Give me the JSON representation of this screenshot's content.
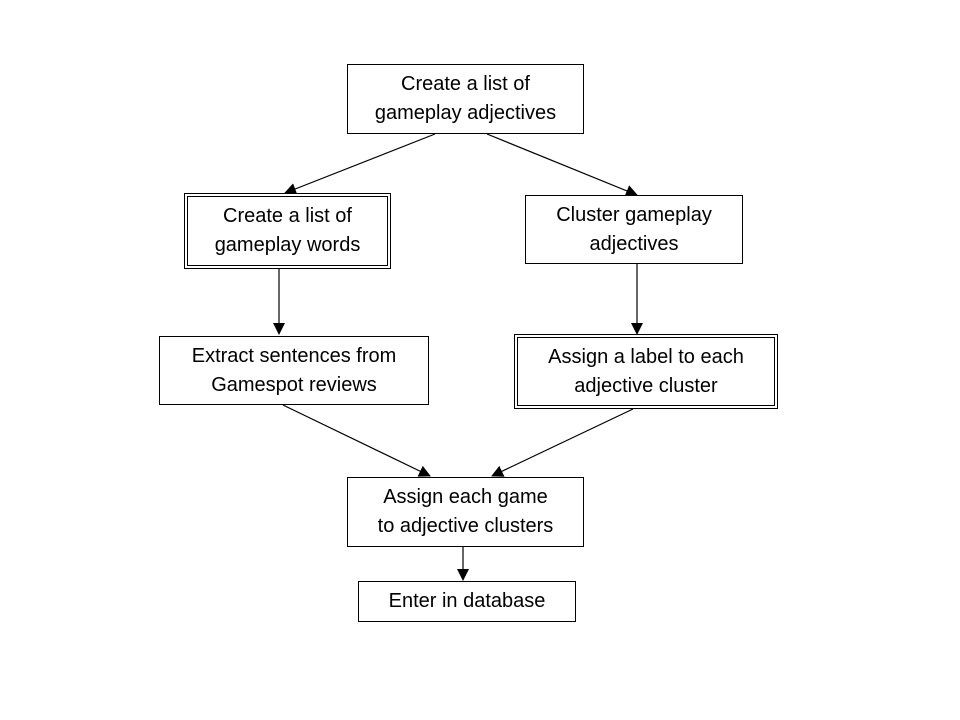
{
  "diagram": {
    "nodes": {
      "adjectives": {
        "line1": "Create a list of",
        "line2": "gameplay adjectives"
      },
      "words": {
        "line1": "Create a list of",
        "line2": "gameplay words"
      },
      "cluster": {
        "line1": "Cluster gameplay",
        "line2": "adjectives"
      },
      "extract": {
        "line1": "Extract sentences from",
        "line2": "Gamespot reviews"
      },
      "label": {
        "line1": "Assign a label to each",
        "line2": "adjective cluster"
      },
      "assign": {
        "line1": "Assign each game",
        "line2": "to adjective clusters"
      },
      "enter": {
        "line1": "Enter in database"
      }
    },
    "edges": [
      {
        "from": "adjectives",
        "to": "words"
      },
      {
        "from": "adjectives",
        "to": "cluster"
      },
      {
        "from": "words",
        "to": "extract"
      },
      {
        "from": "cluster",
        "to": "label"
      },
      {
        "from": "extract",
        "to": "assign"
      },
      {
        "from": "label",
        "to": "assign"
      },
      {
        "from": "assign",
        "to": "enter"
      }
    ]
  }
}
